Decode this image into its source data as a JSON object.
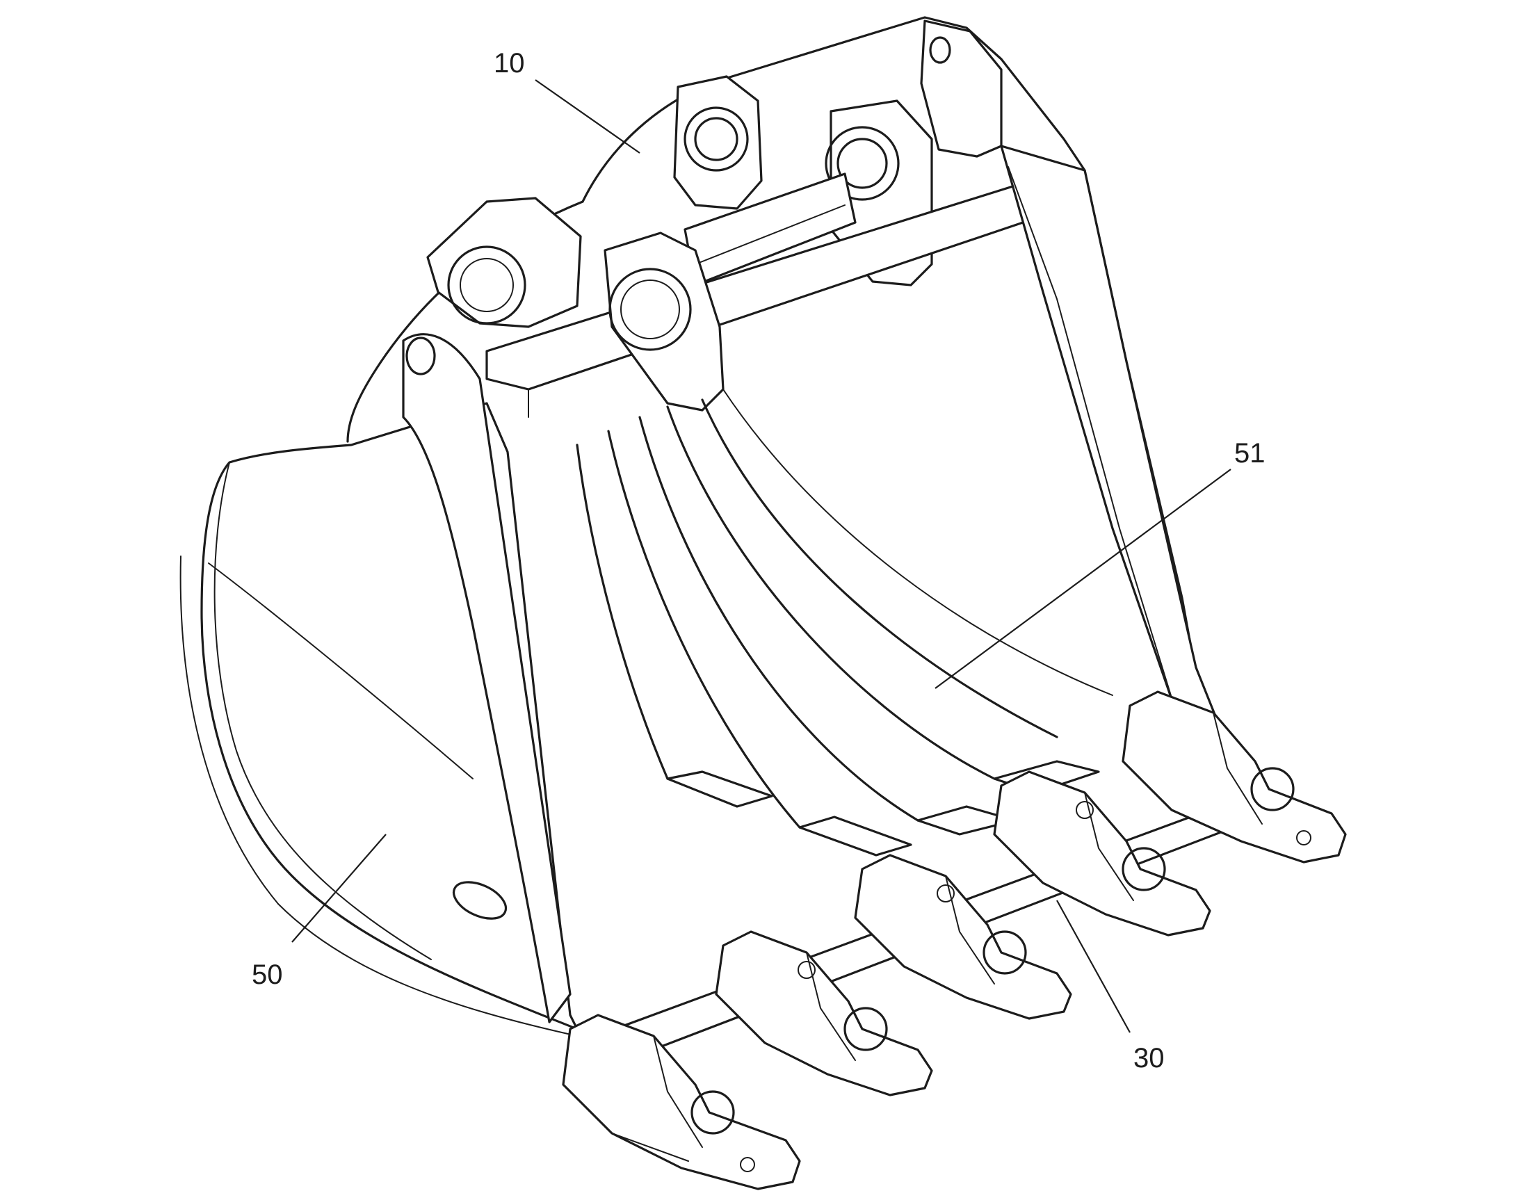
{
  "labels": {
    "body": "10",
    "edge": "30",
    "side": "50",
    "rib": "51"
  }
}
